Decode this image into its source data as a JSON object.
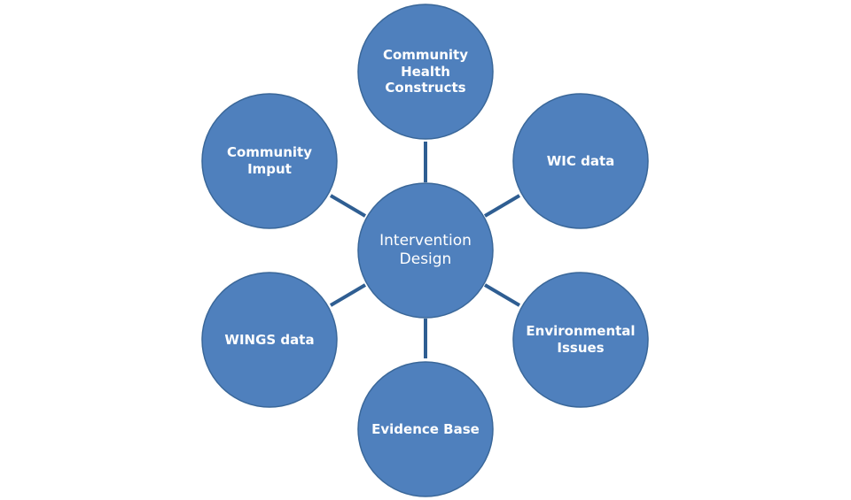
{
  "colors": {
    "node_fill": "#4F80BD",
    "node_stroke": "#3A6799",
    "connector": "#2F5E92",
    "text": "#FFFFFF",
    "background": "#FFFFFF"
  },
  "center": {
    "label": "Intervention\nDesign"
  },
  "nodes": [
    {
      "label": "Community\nHealth\nConstructs"
    },
    {
      "label": "WIC data"
    },
    {
      "label": "Environmental\nIssues"
    },
    {
      "label": "Evidence Base"
    },
    {
      "label": "WINGS data"
    },
    {
      "label": "Community\nImput"
    }
  ]
}
